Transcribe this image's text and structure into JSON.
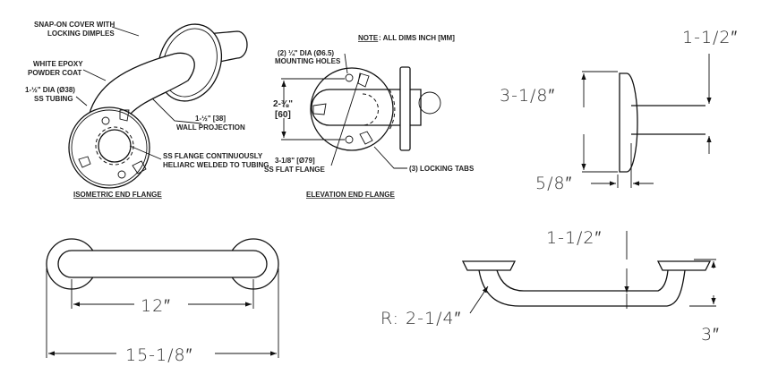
{
  "isometric": {
    "title": "ISOMETRIC END FLANGE",
    "cover_line1": "SNAP-ON COVER WITH",
    "cover_line2": "LOCKING DIMPLES",
    "coat_line1": "WHITE EPOXY",
    "coat_line2": "POWDER COAT",
    "tube_line1": "1-½\" DIA (Ø38)",
    "tube_line2": "SS TUBING",
    "wall_line1": "1-½\" [38]",
    "wall_line2": "WALL PROJECTION",
    "flange_line1": "SS FLANGE CONTINUOUSLY",
    "flange_line2": "HELIARC WELDED TO TUBING"
  },
  "elevation": {
    "title": "ELEVATION END FLANGE",
    "note_label": "NOTE",
    "note_text": ": ALL DIMS INCH [MM]",
    "holes_line1": "(2) ¼\" DIA (Ø6.5)",
    "holes_line2": "MOUNTING HOLES",
    "dim_line1": "2-⅜\"",
    "dim_line2": "[60]",
    "flange_line1": "3-1/8\" [Ø79]",
    "flange_line2": "SS FLAT FLANGE",
    "tabs": "(3) LOCKING TABS"
  },
  "side_view": {
    "projection": "1-1/2″",
    "flange_dia": "3-1/8″",
    "flange_thk": "5/8″"
  },
  "front_view": {
    "inner": "12″",
    "overall": "15-1/8″"
  },
  "top_view": {
    "projection": "1-1/2″",
    "radius": "R: 2-1/4″",
    "depth": "3″"
  }
}
